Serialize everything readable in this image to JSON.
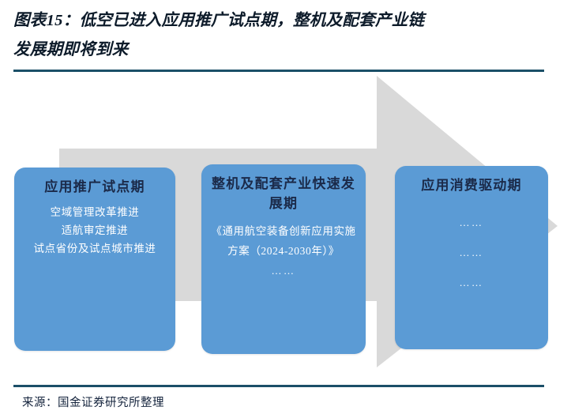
{
  "figure": {
    "title_lines": [
      "图表15：低空已进入应用推广试点期，整机及配套产业链",
      "发展期即将到来"
    ],
    "source_note": "来源：国金证券研究所整理"
  },
  "colors": {
    "box_fill": "#5B9BD5",
    "arrow_fill": "#D9D9D9",
    "rule": "#1B4F68",
    "title_text": "#0D1B2A",
    "box_title_text": "#1B2A49",
    "box_body_text": "#FFFFFF"
  },
  "diagram": {
    "type": "process-arrow",
    "arrow": {
      "direction": "right",
      "name": "right-pointing-process-arrow"
    },
    "stages": [
      {
        "id": "stage-pilot",
        "title": "应用推广试点期",
        "lines": [
          "空域管理改革推进",
          "适航审定推进",
          "试点省份及试点城市推进"
        ]
      },
      {
        "id": "stage-industry",
        "title": "整机及配套产业快速发展期",
        "lines": [
          "《通用航空装备创新应用实施方案（2024-2030年）》",
          "……"
        ]
      },
      {
        "id": "stage-consumption",
        "title": "应用消费驱动期",
        "lines": [
          "……",
          "……",
          "……"
        ]
      }
    ]
  }
}
